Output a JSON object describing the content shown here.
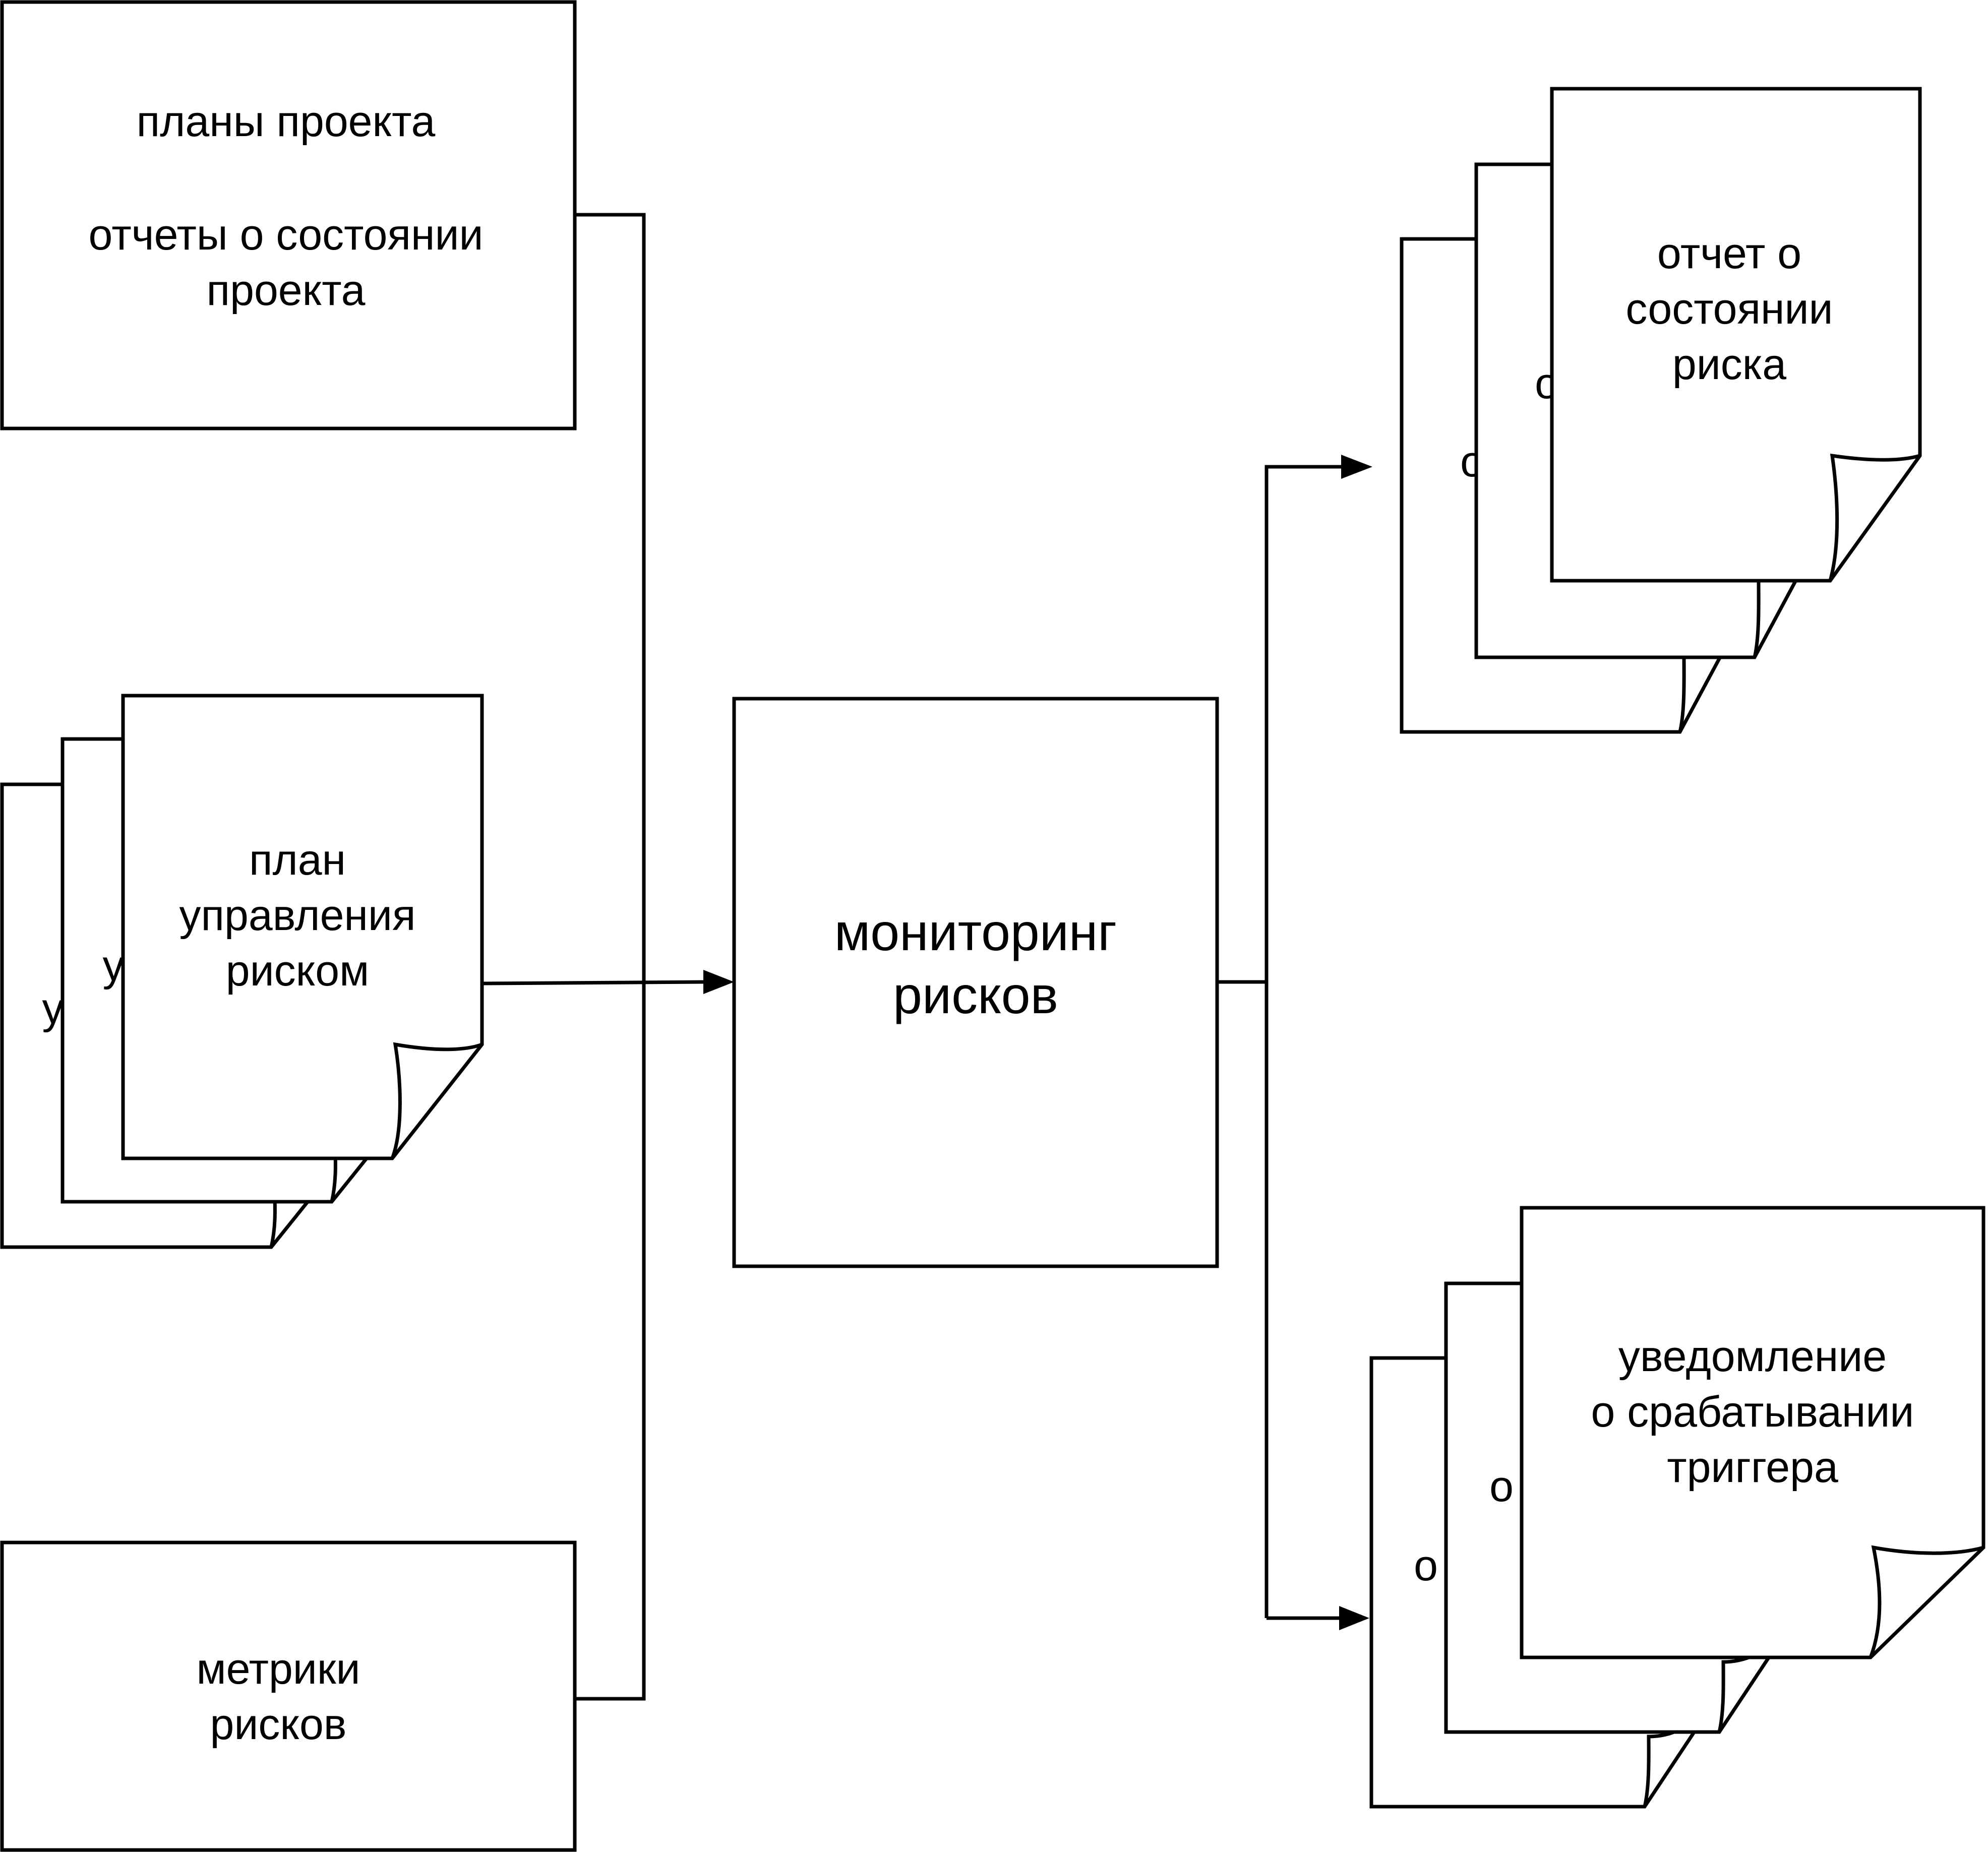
{
  "colors": {
    "stroke": "#000000",
    "background": "#ffffff"
  },
  "inputs": {
    "project_plans": {
      "line1": "планы проекта",
      "line2": "отчеты о состоянии",
      "line3": "проекта"
    },
    "risk_plan": {
      "line1": "план",
      "line2": "управления",
      "line3": "риском",
      "back_fragment_1": "у",
      "back_fragment_2": "у"
    },
    "risk_metrics": {
      "line1": "метрики",
      "line2": "рисков"
    }
  },
  "process": {
    "line1": "мониторинг",
    "line2": "рисков"
  },
  "outputs": {
    "risk_status_report": {
      "line1": "отчет о",
      "line2": "состоянии",
      "line3": "риска",
      "back_fragment_1": "о",
      "back_fragment_2": "о"
    },
    "trigger_notification": {
      "line1": "уведомление",
      "line2": "о срабатывании",
      "line3": "триггера",
      "back_fragment_1": "о",
      "back_fragment_2": "о"
    }
  }
}
